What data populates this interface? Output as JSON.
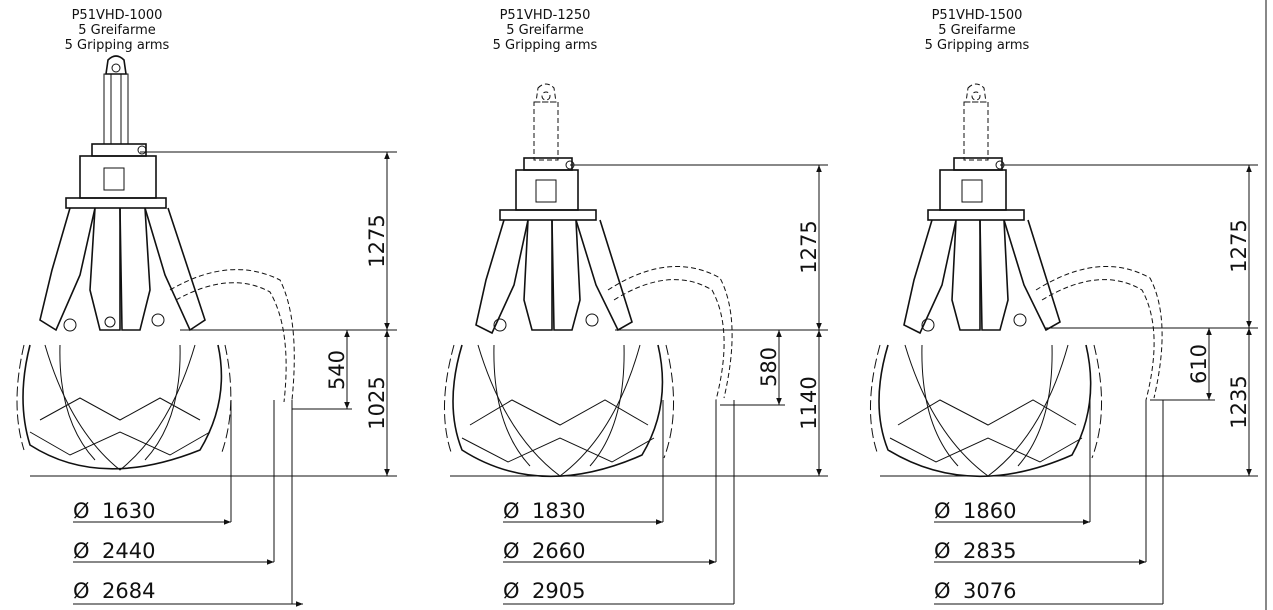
{
  "diagram": {
    "models": [
      {
        "model": "P51VHD-1000",
        "arms_de": "5 Greifarme",
        "arms_en": "5 Gripping arms",
        "upper_height": "1275",
        "lower_height": "1025",
        "tip_offset": "540",
        "diameters": [
          "1630",
          "2440",
          "2684"
        ]
      },
      {
        "model": "P51VHD-1250",
        "arms_de": "5 Greifarme",
        "arms_en": "5 Gripping arms",
        "upper_height": "1275",
        "lower_height": "1140",
        "tip_offset": "580",
        "diameters": [
          "1830",
          "2660",
          "2905"
        ]
      },
      {
        "model": "P51VHD-1500",
        "arms_de": "5 Greifarme",
        "arms_en": "5 Gripping arms",
        "upper_height": "1275",
        "lower_height": "1235",
        "tip_offset": "610",
        "diameters": [
          "1860",
          "2835",
          "3076"
        ]
      }
    ],
    "diameter_symbol": "Ø",
    "colors": {
      "line": "#111111",
      "background": "#ffffff"
    }
  }
}
